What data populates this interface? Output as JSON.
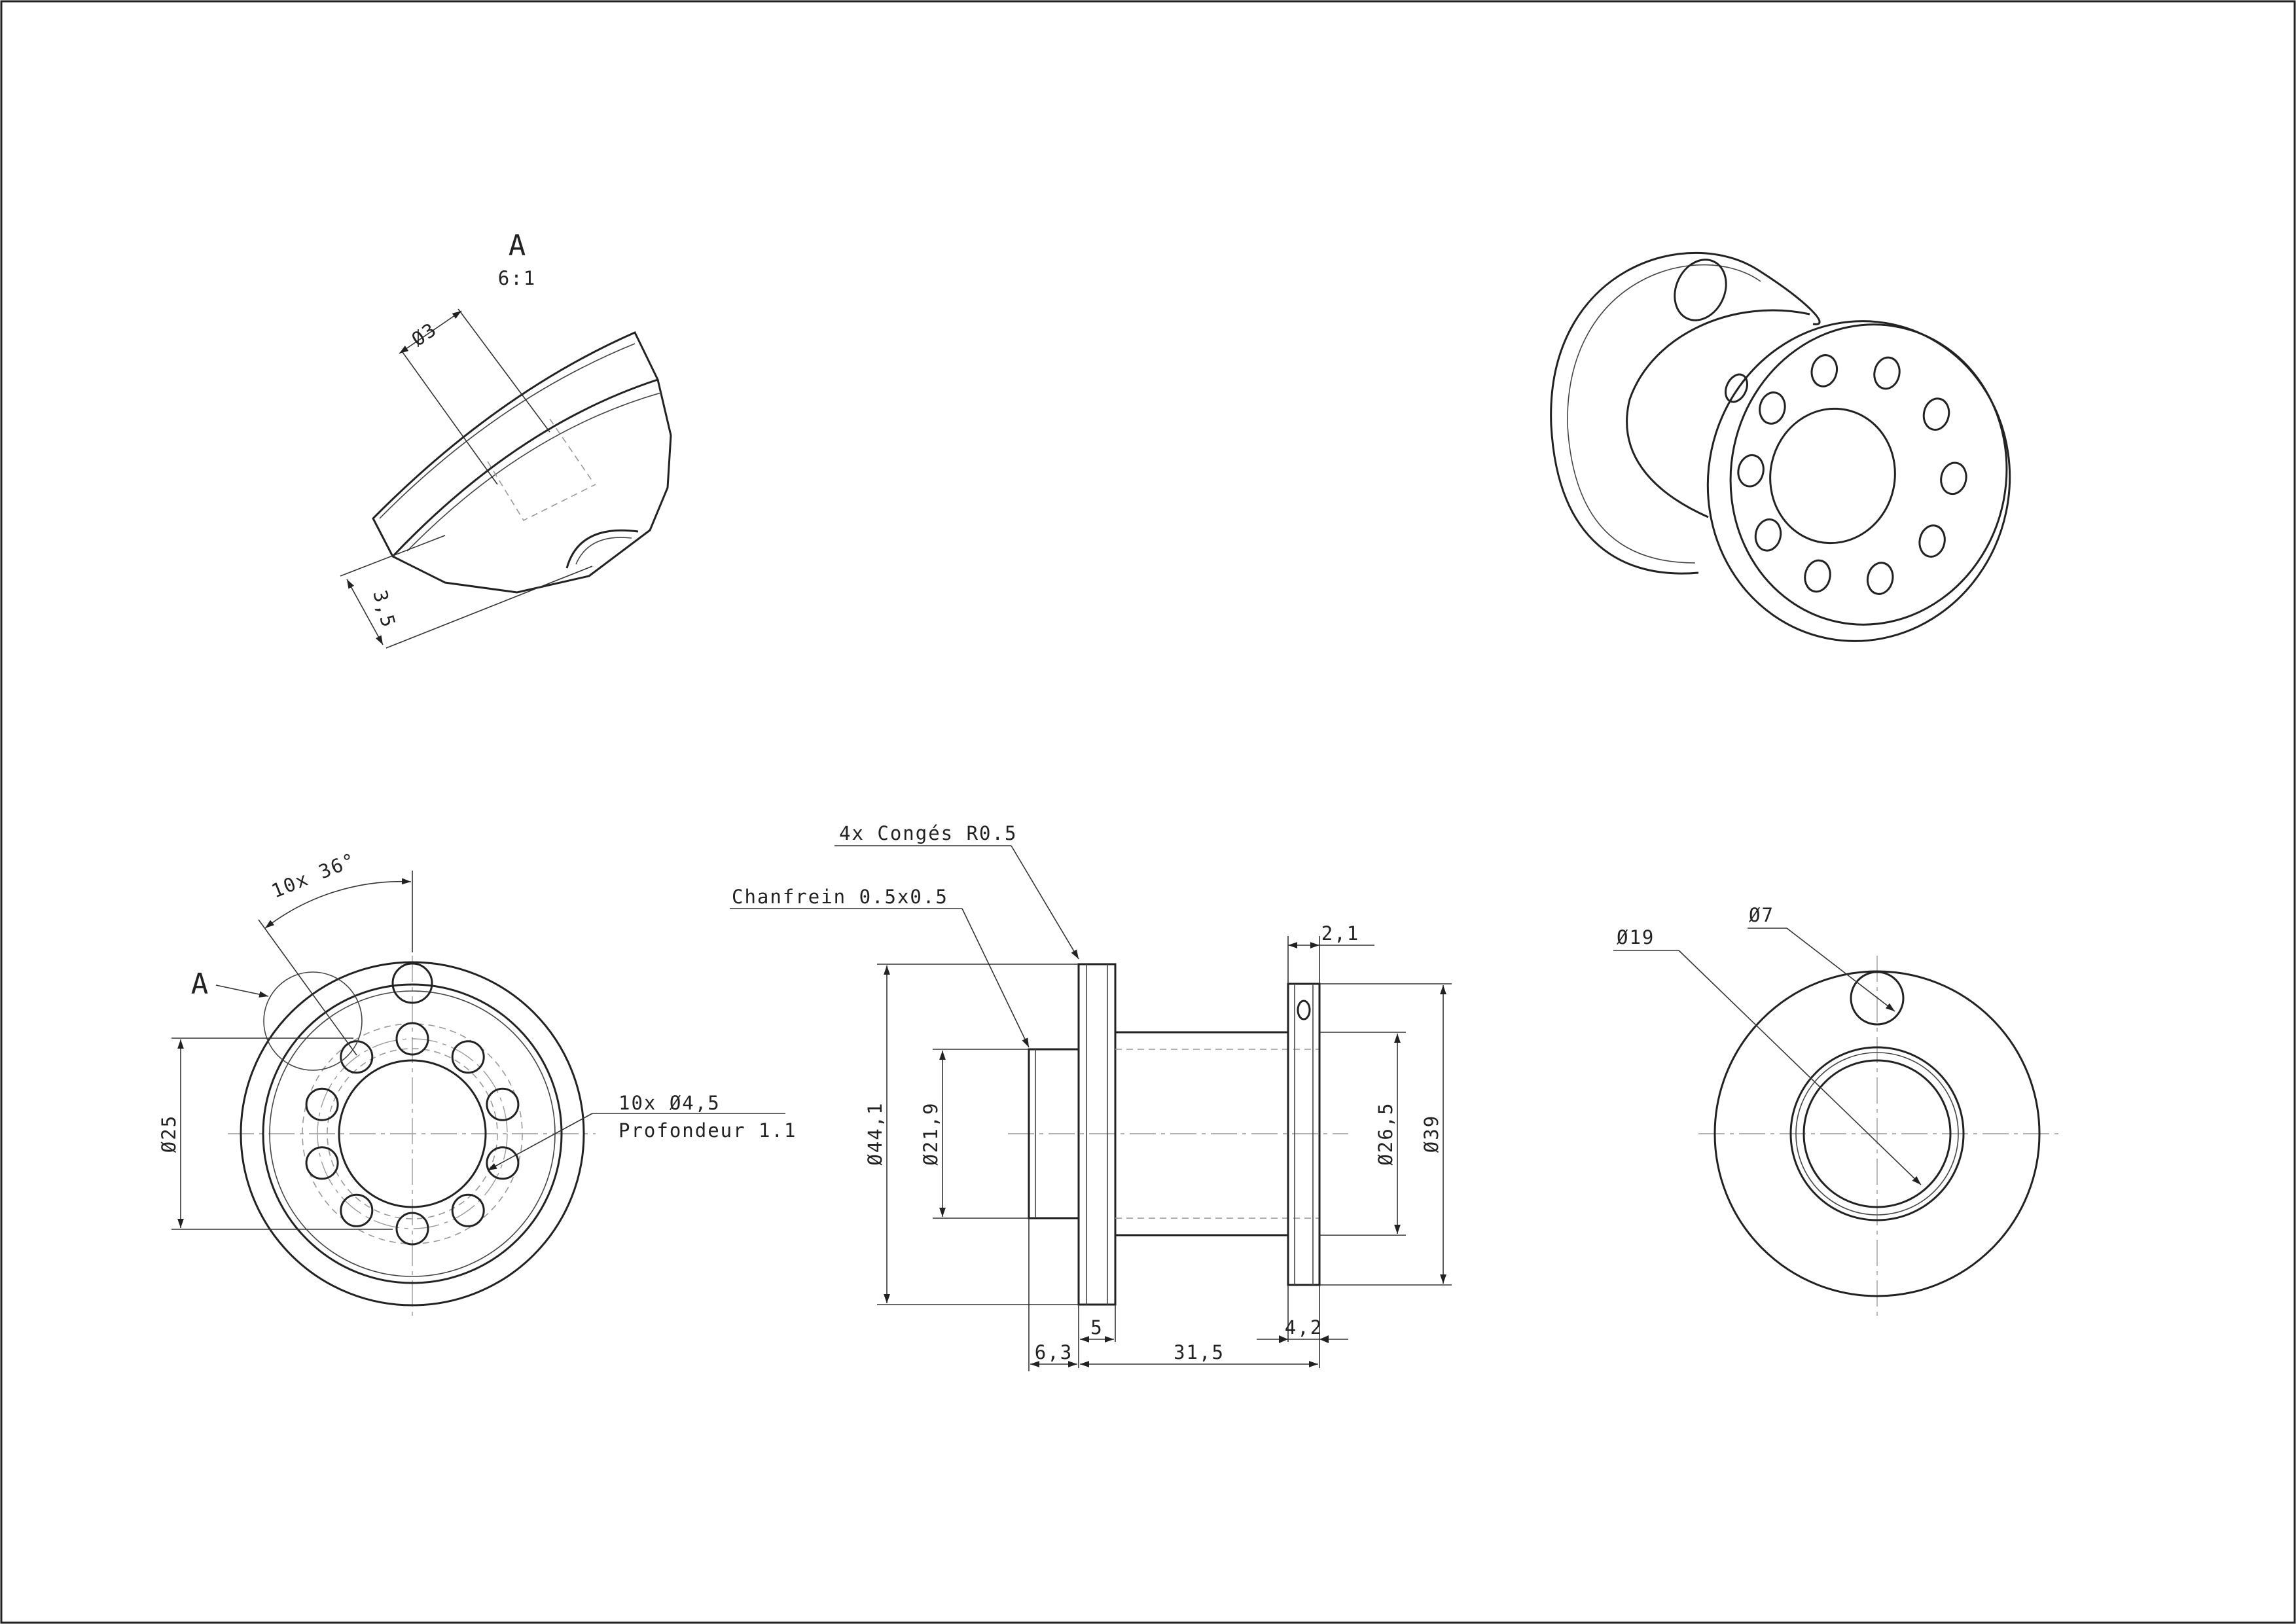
{
  "detail": {
    "letter": "A",
    "scale": "6:1",
    "dia": "Ø3",
    "depth": "3,5"
  },
  "front_view": {
    "angle": "10x 36°",
    "detail_ref": "A",
    "d25": "Ø25",
    "holes_line1": "10x Ø4,5",
    "holes_line2": "Profondeur 1.1"
  },
  "side_view": {
    "fillets": "4x Congés R0.5",
    "chamfer": "Chanfrein 0.5x0.5",
    "d441": "Ø44,1",
    "d219": "Ø21,9",
    "d265": "Ø26,5",
    "d39": "Ø39",
    "w21": "2,1",
    "w5": "5",
    "w42": "4,2",
    "w63": "6,3",
    "w315": "31,5"
  },
  "back_view": {
    "d19": "Ø19",
    "d7": "Ø7"
  }
}
